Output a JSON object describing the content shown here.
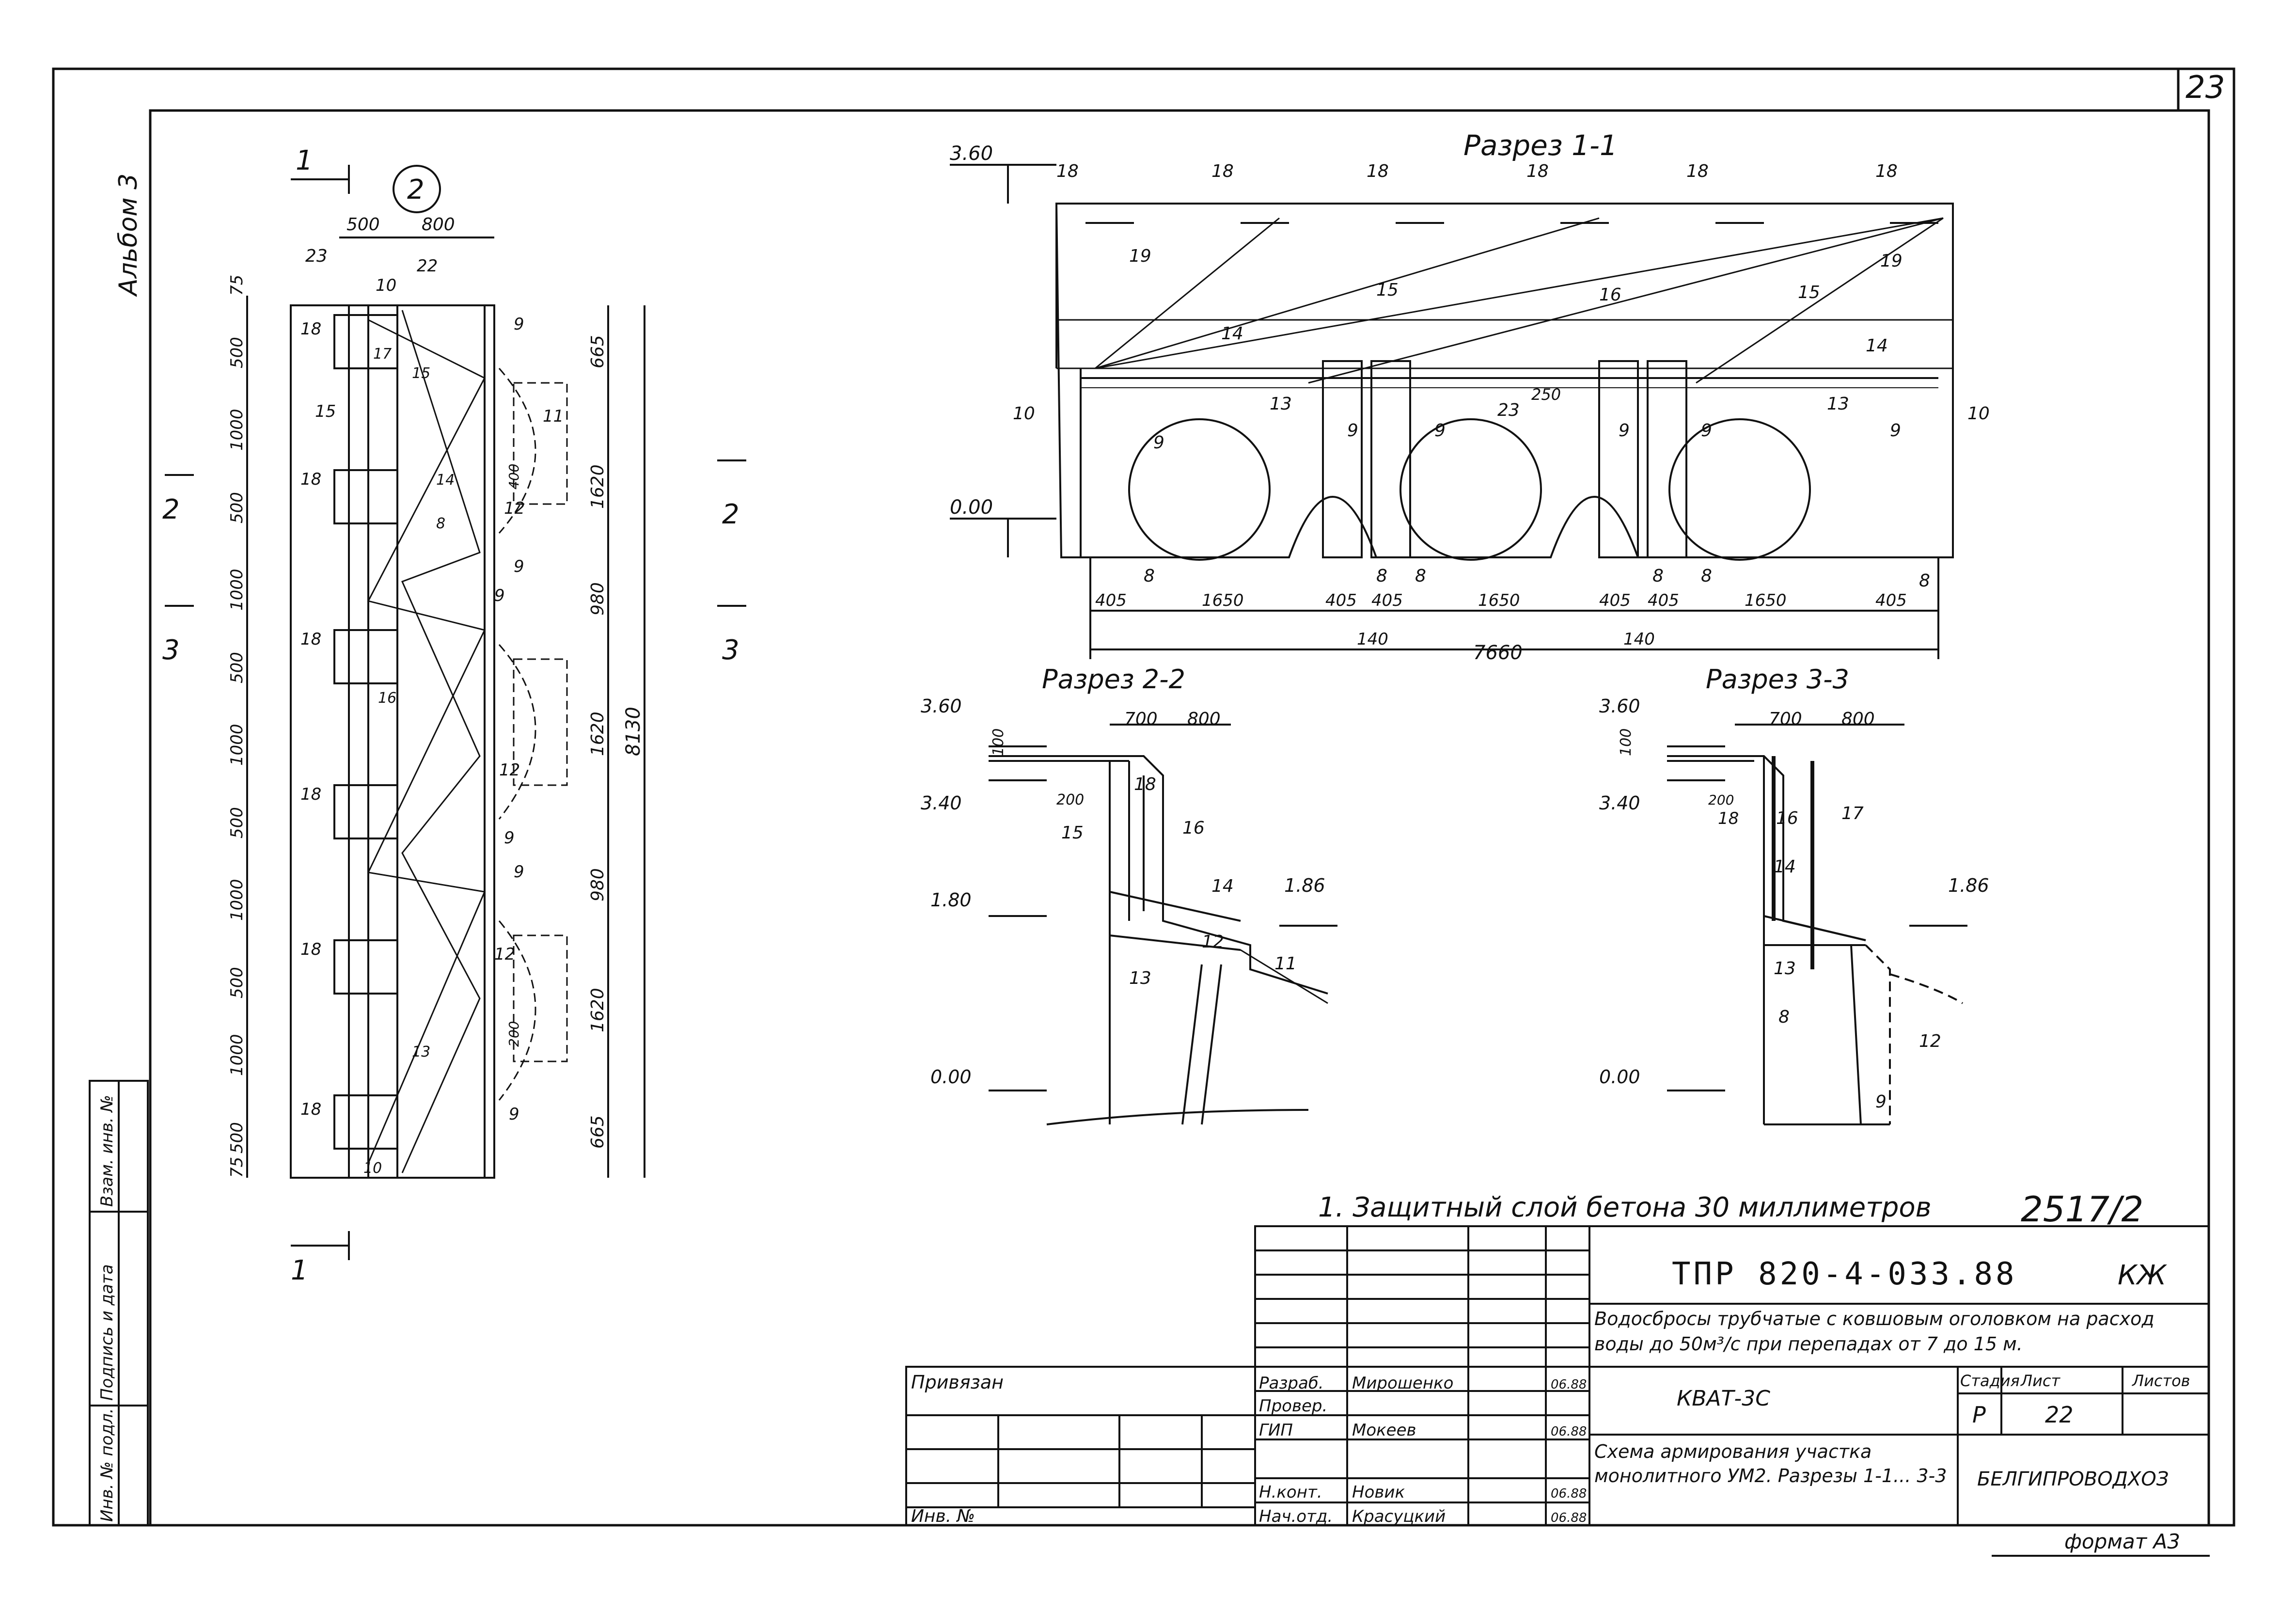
{
  "sheet": {
    "number": "23",
    "album": "Альбом 3",
    "format": "формат А3"
  },
  "plan": {
    "mark": "2",
    "section_marks": [
      "1",
      "2",
      "3"
    ],
    "widths_top": [
      "500",
      "800"
    ],
    "left_dims": [
      "75",
      "500",
      "1000",
      "500",
      "1000",
      "500",
      "1000",
      "500",
      "1000",
      "500",
      "1000",
      "500",
      "75"
    ],
    "right_dims": [
      "665",
      "1620",
      "980",
      "1620",
      "980",
      "1620",
      "665"
    ],
    "overall": "8130",
    "inner_dims": [
      "400",
      "200"
    ],
    "callouts": [
      "23",
      "10",
      "22",
      "18",
      "17",
      "15",
      "8",
      "14",
      "9",
      "11",
      "12",
      "16",
      "13"
    ]
  },
  "section_1_1": {
    "title": "Разрез 1-1",
    "level_top": "3.60",
    "level_bottom": "0.00",
    "dims_bottom": [
      "405",
      "1650",
      "405",
      "405",
      "1650",
      "405",
      "405",
      "1650",
      "405"
    ],
    "sub_dims": [
      "140",
      "140"
    ],
    "overall": "7660",
    "slope": "250",
    "callouts": [
      "18",
      "19",
      "15",
      "16",
      "14",
      "13",
      "10",
      "9",
      "8",
      "23"
    ]
  },
  "section_2_2": {
    "title": "Разрез 2-2",
    "levels": [
      "3.60",
      "3.40",
      "1.80",
      "1.86",
      "0.00"
    ],
    "dims": [
      "700",
      "800",
      "100",
      "200"
    ],
    "callouts": [
      "18",
      "15",
      "16",
      "14",
      "12",
      "11",
      "13"
    ]
  },
  "section_3_3": {
    "title": "Разрез 3-3",
    "levels": [
      "3.60",
      "3.40",
      "1.86",
      "0.00"
    ],
    "dims": [
      "700",
      "800",
      "100",
      "200"
    ],
    "callouts": [
      "18",
      "16",
      "17",
      "14",
      "13",
      "8",
      "12",
      "9"
    ]
  },
  "note": "1. Защитный слой бетона 30 миллиметров",
  "title_block": {
    "set_number": "2517/2",
    "project_code": "ТПР 820-4-033.88",
    "mark": "КЖ",
    "project_title": "Водосбросы трубчатые с ковшовым оголовком на расход воды до 50м³/с при перепадах от 7 до 15 м.",
    "object": "КВАТ-3С",
    "sheet_title": "Схема армирования участка монолитного УМ2. Разрезы 1-1... 3-3",
    "organization": "БЕЛГИПРОВОДХОЗ",
    "stage_label": "Стадия",
    "stage": "Р",
    "sheet_label": "Лист",
    "sheet_no": "22",
    "sheets_label": "Листов",
    "sheets": "",
    "roles": [
      {
        "role": "Разраб.",
        "name": "Мирошенко",
        "date": "06.88"
      },
      {
        "role": "Провер.",
        "name": "",
        "date": ""
      },
      {
        "role": "ГИП",
        "name": "Мокеев",
        "date": "06.88"
      },
      {
        "role": "Н.конт.",
        "name": "Новик",
        "date": "06.88"
      },
      {
        "role": "Нач.отд.",
        "name": "Красуцкий",
        "date": "06.88"
      }
    ],
    "bound_label": "Привязан",
    "inv_label": "Инв. №"
  },
  "side_stamp": [
    "Инв. № подл.",
    "Подпись и дата",
    "Взам. инв. №"
  ]
}
